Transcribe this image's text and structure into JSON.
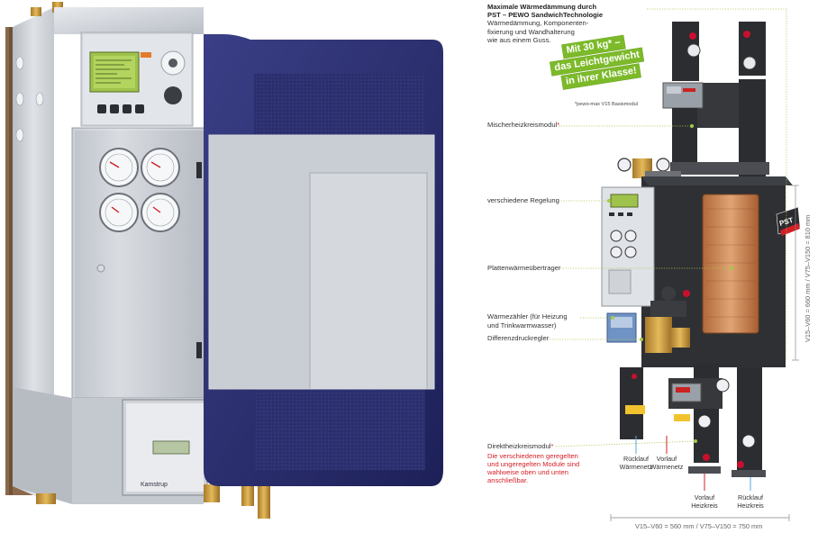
{
  "headline": {
    "line1": "Maximale Wärmedämmung durch",
    "line2": "PST – PEWO SandwichTechnologie",
    "line3": "Wärmedämmung, Komponenten-",
    "line4": "fixierung und Wandhalterung",
    "line5": "wie aus einem Guss."
  },
  "badge": {
    "line1": "Mit 30 kg* –",
    "line2": "das Leichtgewicht",
    "line3": "in ihrer Klasse!",
    "footnote": "*pewo-max V15 Basismodul"
  },
  "labels": {
    "mischer": "Mischerheizkreismodul",
    "regelung": "verschiedene Regelung",
    "platten": "Plattenwärmeübertrager",
    "waermezaehler1": "Wärmezähler (für Heizung",
    "waermezaehler2": "und Trinkwarmwasser)",
    "differenz": "Differenzdruckregler",
    "direkt": "Direktheizkreismodul",
    "asterisk": "*"
  },
  "red_note": {
    "line1": "Die verschiedenen geregelten",
    "line2": "und ungeregelten Module sind",
    "line3": "wahlweise oben und unten",
    "line4": "anschließbar."
  },
  "pipes": {
    "ruecklauf_waermenetz": [
      "Rücklauf",
      "Wärmenetz"
    ],
    "vorlauf_waermenetz": [
      "Vorlauf",
      "Wärmenetz"
    ],
    "vorlauf_heizkreis": [
      "Vorlauf",
      "Heizkreis"
    ],
    "ruecklauf_heizkreis": [
      "Rücklauf",
      "Heizkreis"
    ]
  },
  "dimensions": {
    "vertical": "V15–V60 = 660 mm / V75–V150 = 810 mm",
    "horizontal": "V15–V60 = 560 mm / V75–V150 = 750 mm"
  },
  "product_marks": {
    "pst_logo": "PST",
    "meter_brand": "Kamstrup"
  },
  "colors": {
    "accent_green": "#7cba2a",
    "leader_green": "#a6c94a",
    "note_red": "#d31f26",
    "insulation_navy": "#262a68",
    "cabinet_grey": "#c8cdd3"
  }
}
